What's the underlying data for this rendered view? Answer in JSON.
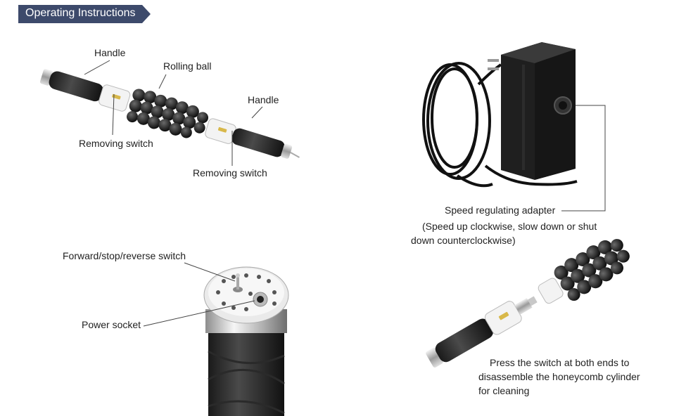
{
  "header": {
    "title": "Operating Instructions",
    "banner_color": "#3d4a6b"
  },
  "panels": {
    "roller": {
      "labels": {
        "handle_left": "Handle",
        "rolling_ball": "Rolling ball",
        "handle_right": "Handle",
        "removing_switch_left": "Removing switch",
        "removing_switch_right": "Removing switch"
      }
    },
    "adapter": {
      "label": "Speed regulating adapter",
      "note_line1": "(Speed up clockwise, slow down or shut",
      "note_line2": "down counterclockwise)"
    },
    "handle_top": {
      "forward_switch": "Forward/stop/reverse switch",
      "power_socket": "Power socket"
    },
    "disassembly": {
      "line1": "Press the switch at both ends to",
      "line2": "disassemble the honeycomb cylinder",
      "line3": "for cleaning"
    }
  },
  "icons": [
    "roller-massager-illustration",
    "power-adapter-illustration",
    "handle-top-illustration",
    "disassembled-roller-illustration"
  ]
}
